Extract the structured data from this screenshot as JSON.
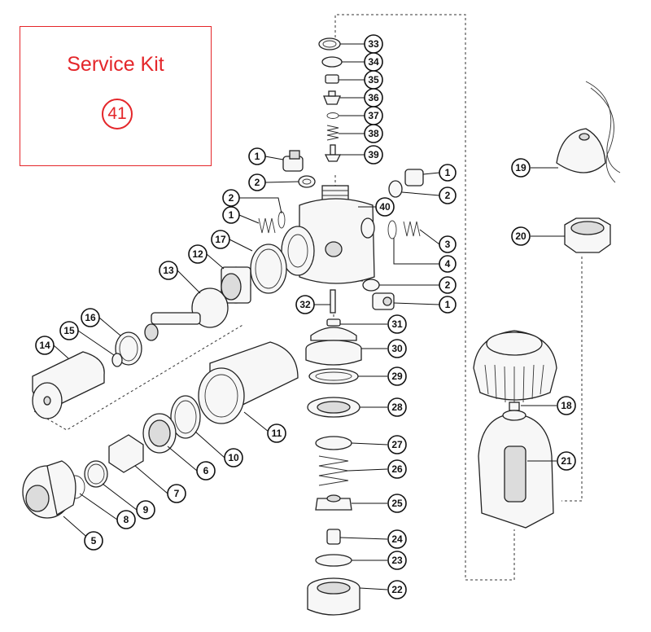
{
  "service_kit": {
    "title": "Service Kit",
    "number": "41"
  },
  "part_labels": {
    "p1a": "1",
    "p2a": "2",
    "p2b": "2",
    "p1b": "1",
    "p17": "17",
    "p12": "12",
    "p13": "13",
    "p16": "16",
    "p15": "15",
    "p14": "14",
    "p1c": "1",
    "p2c": "2",
    "p3": "3",
    "p4": "4",
    "p2d": "2",
    "p1d": "1",
    "p32": "32",
    "p31": "31",
    "p30": "30",
    "p29": "29",
    "p28": "28",
    "p27": "27",
    "p26": "26",
    "p25": "25",
    "p24": "24",
    "p23": "23",
    "p22": "22",
    "p33": "33",
    "p34": "34",
    "p35": "35",
    "p36": "36",
    "p37": "37",
    "p38": "38",
    "p39": "39",
    "p40": "40",
    "p11": "11",
    "p10": "10",
    "p6": "6",
    "p7": "7",
    "p9": "9",
    "p8": "8",
    "p5": "5",
    "p19": "19",
    "p20": "20",
    "p18": "18",
    "p21": "21"
  }
}
